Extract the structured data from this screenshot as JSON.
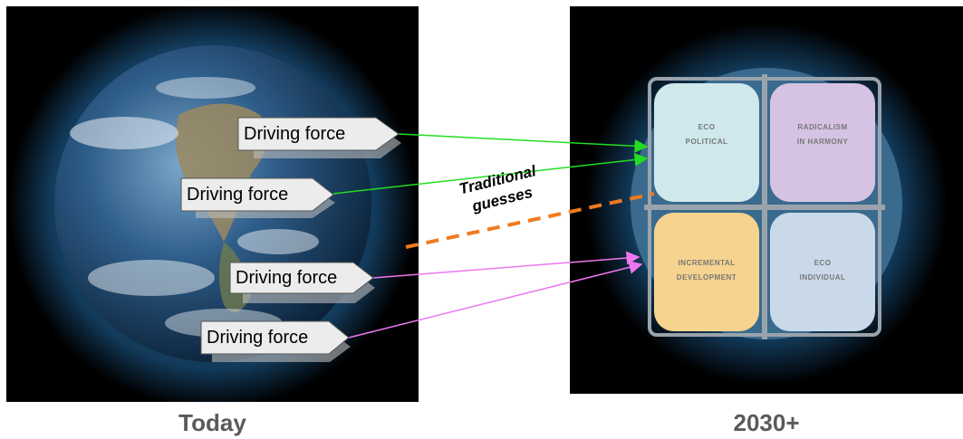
{
  "left_panel": {
    "caption": "Today",
    "driving_forces": [
      "Driving force",
      "Driving force",
      "Driving force",
      "Driving force"
    ]
  },
  "right_panel": {
    "caption": "2030+",
    "quadrants": [
      {
        "line1": "ECO",
        "line2": "POLITICAL",
        "color": "#cfe8ec"
      },
      {
        "line1": "RADICALISM",
        "line2": "IN HARMONY",
        "color": "#d6c3e3"
      },
      {
        "line1": "INCREMENTAL",
        "line2": "DEVELOPMENT",
        "color": "#f6d38f"
      },
      {
        "line1": "ECO",
        "line2": "INDIVIDUAL",
        "color": "#c9d9ea"
      }
    ]
  },
  "annotation": {
    "line1": "Traditional",
    "line2": "guesses"
  },
  "colors": {
    "green_arrow": "#22dd22",
    "pink_arrow": "#ee77ee",
    "dashed_line": "#f07a1e",
    "caption": "#5a5a5a"
  }
}
